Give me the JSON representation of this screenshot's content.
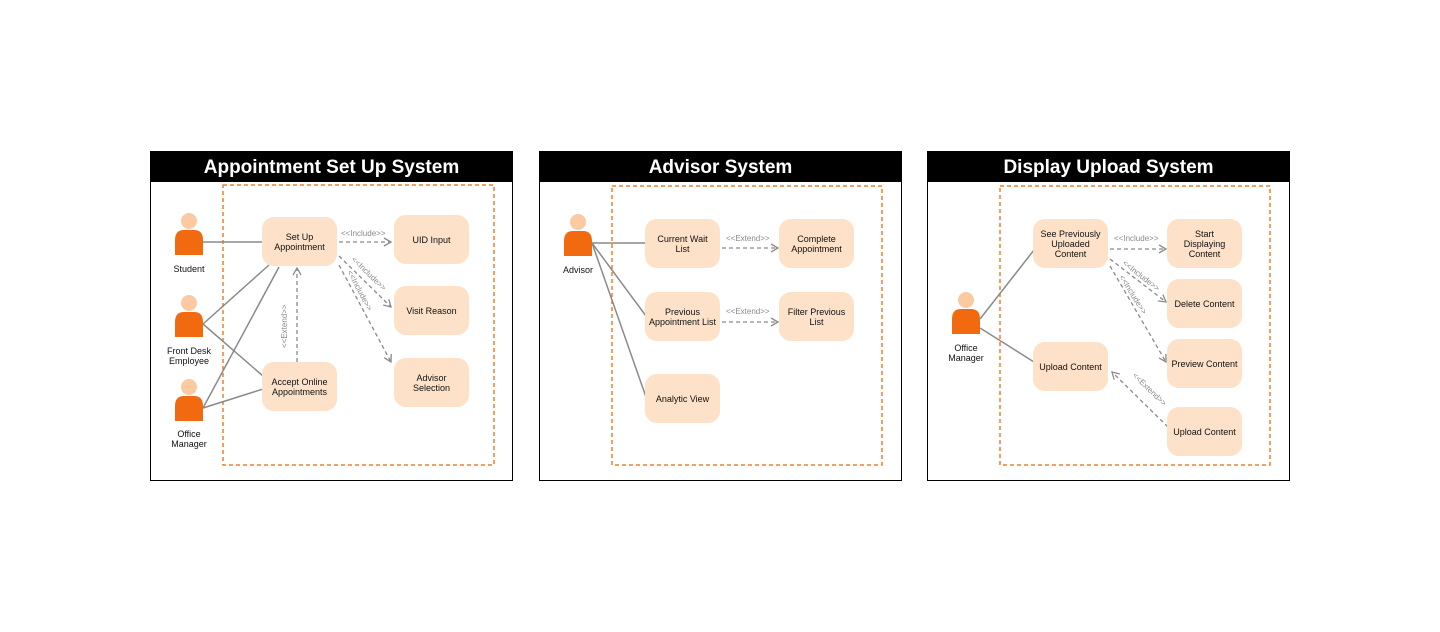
{
  "colors": {
    "actor": "#f26a0f",
    "actor_head": "#fbc9a2",
    "use_case": "#fde1c8",
    "boundary": "#f07e2b",
    "header": "#000000"
  },
  "panels": [
    {
      "title": "Appointment Set Up System",
      "actors": [
        "Student",
        "Front Desk\nEmployee",
        "Office\nManager"
      ],
      "use_cases": [
        "Set Up\nAppointment",
        "UID Input",
        "Visit Reason",
        "Advisor\nSelection",
        "Accept Online\nAppointments"
      ],
      "relations": [
        "<<Include>>",
        "<<Include>>",
        "<<Include>>",
        "<<Extend>>"
      ]
    },
    {
      "title": "Advisor System",
      "actors": [
        "Advisor"
      ],
      "use_cases": [
        "Current Wait\nList",
        "Complete\nAppointment",
        "Previous\nAppointment List",
        "Filter Previous\nList",
        "Analytic View"
      ],
      "relations": [
        "<<Extend>>",
        "<<Extend>>"
      ]
    },
    {
      "title": "Display Upload System",
      "actors": [
        "Office\nManager"
      ],
      "use_cases": [
        "See Previously\nUploaded\nContent",
        "Start\nDisplaying\nContent",
        "Delete Content",
        "Preview Content",
        "Upload Content",
        "Upload Content"
      ],
      "relations": [
        "<<Include>>",
        "<<Include>>",
        "<<Include>>",
        "<<Extend>>"
      ]
    }
  ]
}
